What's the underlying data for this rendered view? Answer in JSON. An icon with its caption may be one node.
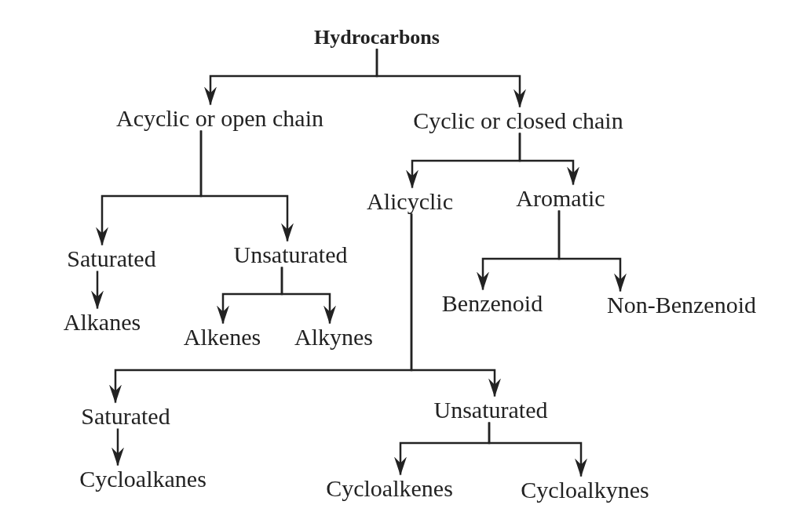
{
  "diagram": {
    "nodes": [
      {
        "text": [
          "Hydrocarbons"
        ]
      },
      {
        "text": [
          "Acyclic or open chain"
        ]
      },
      {
        "text": [
          "Cyclic or closed chain"
        ]
      },
      {
        "text": [
          "Saturated"
        ]
      },
      {
        "text": [
          "Unsaturated"
        ]
      },
      {
        "text": [
          "Alkanes"
        ]
      },
      {
        "text": [
          "Alkenes"
        ]
      },
      {
        "text": [
          "Alkynes"
        ]
      },
      {
        "text": [
          "Alicyclic"
        ]
      },
      {
        "text": [
          "Aromatic"
        ]
      },
      {
        "text": [
          "Benzenoid"
        ]
      },
      {
        "text": [
          "Non-Benzenoid"
        ]
      },
      {
        "text": [
          "Saturated"
        ]
      },
      {
        "text": [
          "Unsaturated"
        ]
      },
      {
        "text": [
          "Cycloalkanes"
        ]
      },
      {
        "text": [
          "Cycloalkenes"
        ]
      },
      {
        "text": [
          "Cycloalkynes"
        ]
      }
    ],
    "edges": [
      {
        "from": 0,
        "to": 1,
        "arrow": "to"
      },
      {
        "from": 0,
        "to": 2,
        "arrow": "to"
      },
      {
        "from": 1,
        "to": 3,
        "arrow": "to"
      },
      {
        "from": 1,
        "to": 4,
        "arrow": "to"
      },
      {
        "from": 3,
        "to": 5,
        "arrow": "to"
      },
      {
        "from": 4,
        "to": 6,
        "arrow": "to"
      },
      {
        "from": 4,
        "to": 7,
        "arrow": "to"
      },
      {
        "from": 2,
        "to": 8,
        "arrow": "to"
      },
      {
        "from": 2,
        "to": 9,
        "arrow": "to"
      },
      {
        "from": 9,
        "to": 10,
        "arrow": "to"
      },
      {
        "from": 9,
        "to": 11,
        "arrow": "to"
      },
      {
        "from": 8,
        "to": 12,
        "arrow": "to"
      },
      {
        "from": 8,
        "to": 13,
        "arrow": "to"
      },
      {
        "from": 12,
        "to": 14,
        "arrow": "to"
      },
      {
        "from": 13,
        "to": 15,
        "arrow": "to"
      },
      {
        "from": 13,
        "to": 16,
        "arrow": "to"
      }
    ]
  }
}
